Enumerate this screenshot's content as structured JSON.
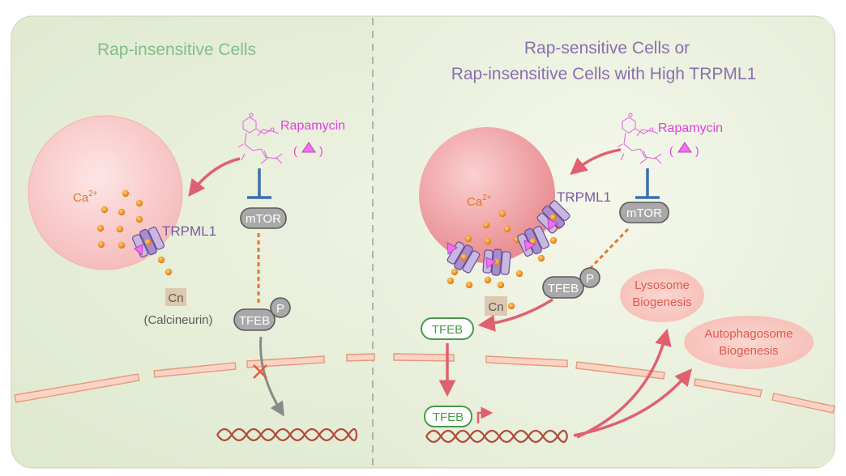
{
  "left_panel": {
    "title": "Rap-insensitive Cells",
    "ca_label": "Ca",
    "ca_sup": "2+",
    "trpml1_label": "TRPML1",
    "rapamycin_label": "Rapamycin",
    "rapamycin_symbol_open": "(",
    "rapamycin_symbol_close": ")",
    "mtor_label": "mTOR",
    "cn_label": "Cn",
    "calcineurin_label": "(Calcineurin)",
    "tfeb_label": "TFEB",
    "p_label": "P"
  },
  "right_panel": {
    "title_line1": "Rap-sensitive Cells or",
    "title_line2": "Rap-insensitive Cells with High TRPML1",
    "ca_label": "Ca",
    "ca_sup": "2+",
    "trpml1_label": "TRPML1",
    "rapamycin_label": "Rapamycin",
    "rapamycin_symbol_open": "(",
    "rapamycin_symbol_close": ")",
    "mtor_label": "mTOR",
    "tfeb_p_label": "TFEB",
    "p_label": "P",
    "cn_label": "Cn",
    "tfeb_active_label": "TFEB",
    "tfeb_nuclear_label": "TFEB",
    "lysosome_line1": "Lysosome",
    "lysosome_line2": "Biogenesis",
    "autophagosome_line1": "Autophagosome",
    "autophagosome_line2": "Biogenesis"
  },
  "colors": {
    "left_title": "#7fbf8a",
    "right_title": "#8a6fae",
    "rapamycin": "#e040e0",
    "trpml1": "#7a5a9e",
    "ca": "#e07820",
    "arrow": "#e06070",
    "inhibit": "#3a6fb0",
    "tfeb_active": "#4a9a4a",
    "biogenesis_text": "#e05a50",
    "dna": "#b04a3a"
  }
}
